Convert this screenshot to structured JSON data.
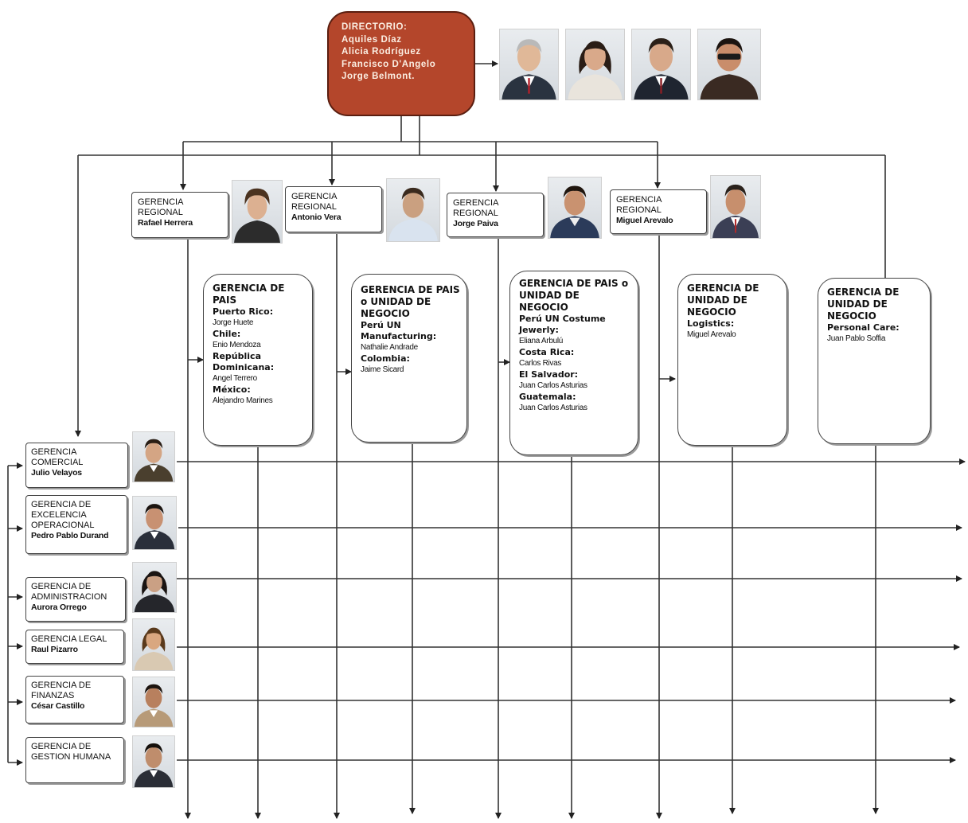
{
  "directorio": {
    "title": "DIRECTORIO:",
    "members": [
      "Aquiles Díaz",
      "Alicia Rodríguez",
      "Francisco D'Angelo",
      "Jorge Belmont."
    ]
  },
  "regionales": [
    {
      "title": "GERENCIA REGIONAL",
      "name": "Rafael Herrera"
    },
    {
      "title": "GERENCIA REGIONAL",
      "name": "Antonio Vera"
    },
    {
      "title": "GERENCIA REGIONAL",
      "name": "Jorge Paiva"
    },
    {
      "title": "GERENCIA REGIONAL",
      "name": "Miguel Arevalo"
    }
  ],
  "paises": [
    {
      "title": "GERENCIA DE PAIS",
      "entries": [
        {
          "country": "Puerto Rico:",
          "person": "Jorge Huete"
        },
        {
          "country": "Chile:",
          "person": "Enio Mendoza"
        },
        {
          "country": "República Dominicana:",
          "person": "Angel Terrero"
        },
        {
          "country": "México:",
          "person": "Alejandro Marines"
        }
      ]
    },
    {
      "title": "GERENCIA DE PAIS o UNIDAD DE NEGOCIO",
      "entries": [
        {
          "country": "Perú UN Manufacturing:",
          "person": "Nathalie Andrade"
        },
        {
          "country": "Colombia:",
          "person": "Jaime Sicard"
        }
      ]
    },
    {
      "title": "GERENCIA DE PAIS o UNIDAD DE NEGOCIO",
      "entries": [
        {
          "country": "Perú UN Costume Jewerly:",
          "person": "Eliana Arbulú"
        },
        {
          "country": "Costa Rica:",
          "person": "Carlos Rivas"
        },
        {
          "country": "El Salvador:",
          "person": "Juan Carlos Asturias"
        },
        {
          "country": "Guatemala:",
          "person": "Juan Carlos Asturias"
        }
      ]
    },
    {
      "title": "GERENCIA DE UNIDAD DE NEGOCIO",
      "entries": [
        {
          "country": "Logistics:",
          "person": "Miguel Arevalo"
        }
      ]
    },
    {
      "title": "GERENCIA DE UNIDAD DE NEGOCIO",
      "entries": [
        {
          "country": "Personal Care:",
          "person": "Juan Pablo Soffia"
        }
      ]
    }
  ],
  "funcionales": [
    {
      "title": "GERENCIA COMERCIAL",
      "name": "Julio Velayos"
    },
    {
      "title": "GERENCIA DE EXCELENCIA OPERACIONAL",
      "name": "Pedro Pablo Durand"
    },
    {
      "title": "GERENCIA DE ADMINISTRACION",
      "name": "Aurora Orrego"
    },
    {
      "title": "GERENCIA LEGAL",
      "name": "Raul Pizarro"
    },
    {
      "title": "GERENCIA DE FINANZAS",
      "name": "César Castillo"
    },
    {
      "title": "GERENCIA DE GESTION HUMANA",
      "name": ""
    }
  ],
  "colors": {
    "directorio_fill": "#b4462b",
    "directorio_text": "#fbeee2",
    "line": "#333333",
    "box_border": "#444444"
  },
  "photo_icons": [
    "person-photo"
  ]
}
